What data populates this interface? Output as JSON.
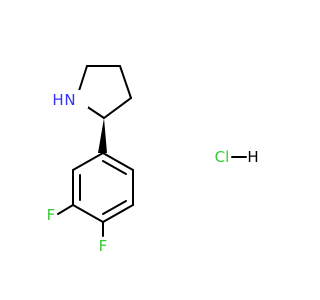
{
  "molecule": {
    "atoms": {
      "amine_n": "N",
      "amine_h": "H",
      "fluorine_1": "F",
      "fluorine_2": "F"
    },
    "salt": {
      "chlorine": "Cl",
      "hydrogen": "H"
    },
    "colors": {
      "nitrogen": "#3333ff",
      "fluorine": "#33cc33",
      "chlorine": "#33cc33",
      "bond": "#000000"
    }
  }
}
